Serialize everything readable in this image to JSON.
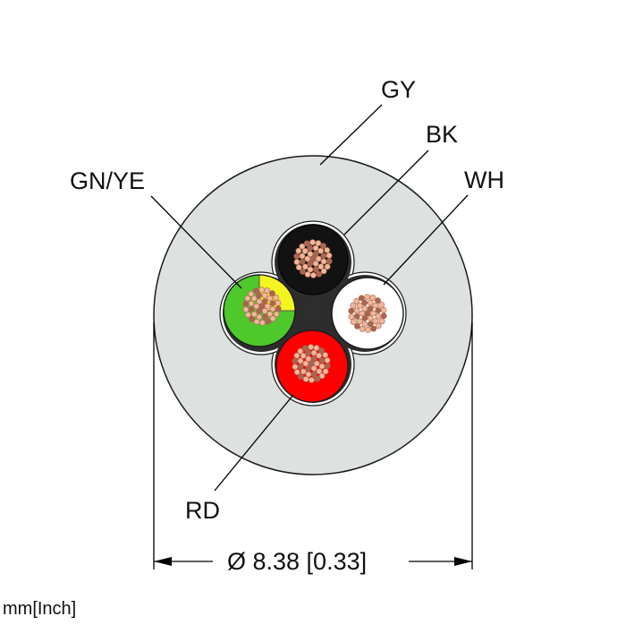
{
  "colors": {
    "jacket": "#dde1e0",
    "filler": "#2d2d2d",
    "black": "#121212",
    "white": "#ffffff",
    "red": "#ff0000",
    "green": "#4ec82a",
    "yellow": "#f4f421",
    "strand_light": "#f1b79a",
    "strand_dark": "#a86650",
    "text": "#111111"
  },
  "labels": {
    "jacket": "GY",
    "black": "BK",
    "white": "WH",
    "green_yellow": "GN/YE",
    "red": "RD"
  },
  "dimension": "Ø 8.38 [0.33]",
  "units": "mm[Inch]",
  "icons": {
    "cable": "cable-cross-section-icon",
    "conductor": "stranded-conductor-icon"
  }
}
